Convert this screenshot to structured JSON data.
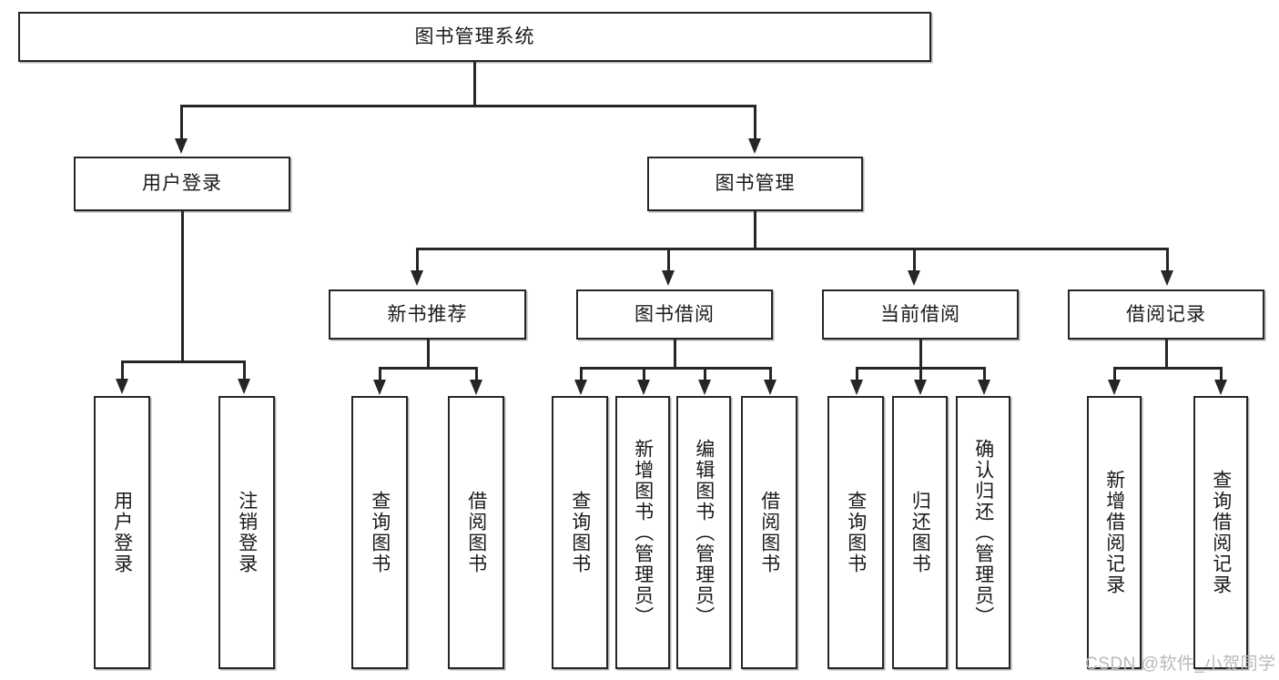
{
  "diagram": {
    "title": "图书管理系统",
    "type": "tree",
    "root": {
      "label": "图书管理系统"
    },
    "level1": [
      {
        "label": "用户登录"
      },
      {
        "label": "图书管理"
      }
    ],
    "level2": [
      {
        "label": "新书推荐"
      },
      {
        "label": "图书借阅"
      },
      {
        "label": "当前借阅"
      },
      {
        "label": "借阅记录"
      }
    ],
    "leaves": {
      "user_login": [
        {
          "label": "用户登录"
        },
        {
          "label": "注销登录"
        }
      ],
      "new_book_recommend": [
        {
          "label": "查询图书"
        },
        {
          "label": "借阅图书"
        }
      ],
      "book_borrow": [
        {
          "label": "查询图书"
        },
        {
          "label": "新增图书（管理员）"
        },
        {
          "label": "编辑图书（管理员）"
        },
        {
          "label": "借阅图书"
        }
      ],
      "current_borrow": [
        {
          "label": "查询图书"
        },
        {
          "label": "归还图书"
        },
        {
          "label": "确认归还（管理员）"
        }
      ],
      "borrow_record": [
        {
          "label": "新增借阅记录"
        },
        {
          "label": "查询借阅记录"
        }
      ]
    }
  },
  "watermark": {
    "text": "CSDN @软件_小贺同学"
  },
  "colors": {
    "stroke": "#262626",
    "fill": "#ffffff",
    "text": "#1a1a1a",
    "watermark": "#b9b9b9"
  }
}
